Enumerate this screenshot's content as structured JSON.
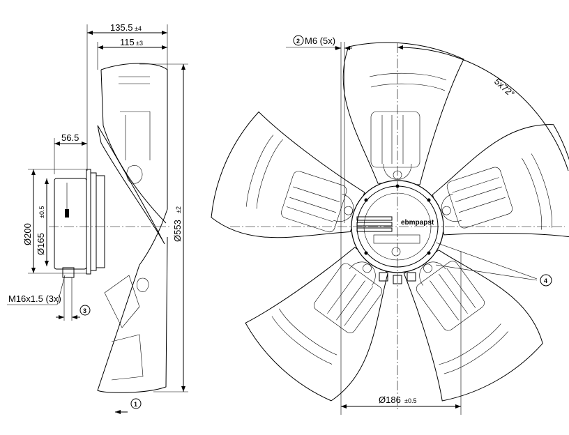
{
  "side_view": {
    "dim_overall_depth": "135.5",
    "dim_overall_depth_tol": "±4",
    "dim_blade_depth": "115",
    "dim_blade_depth_tol": "±3",
    "dim_motor_offset": "56.5",
    "dim_motor_diameter": "Ø200",
    "dim_bolt_circle": "Ø165",
    "dim_bolt_circle_tol": "±0.5",
    "dim_fan_diameter": "Ø553",
    "dim_fan_diameter_tol": "±2",
    "cable_gland_label": "M16x1.5 (3x)",
    "callout_3": "3",
    "callout_1": "1"
  },
  "front_view": {
    "callout_2": "2",
    "mount_thread_label": "M6 (5x)",
    "blade_angle_label": "5x72°",
    "callout_4": "4",
    "dim_hub_bolt": "Ø186",
    "dim_hub_bolt_tol": "±0.5",
    "logo_text": "ebmpapst"
  }
}
